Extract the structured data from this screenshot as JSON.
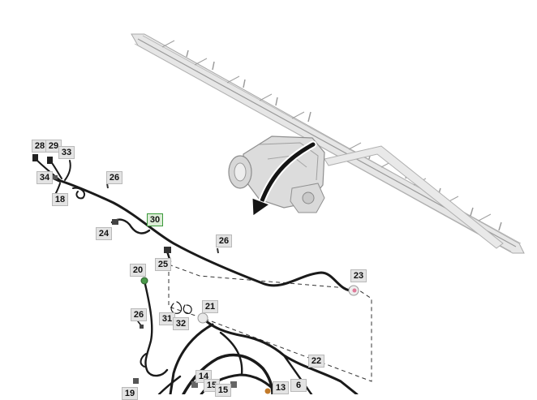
{
  "callouts": [
    {
      "id": "28",
      "highlight": false
    },
    {
      "id": "29",
      "highlight": false
    },
    {
      "id": "33",
      "highlight": false
    },
    {
      "id": "34",
      "highlight": false
    },
    {
      "id": "18",
      "highlight": false
    },
    {
      "id": "26",
      "highlight": false
    },
    {
      "id": "30",
      "highlight": true
    },
    {
      "id": "24",
      "highlight": false
    },
    {
      "id": "26",
      "highlight": false
    },
    {
      "id": "25",
      "highlight": false
    },
    {
      "id": "20",
      "highlight": false
    },
    {
      "id": "23",
      "highlight": false
    },
    {
      "id": "21",
      "highlight": false
    },
    {
      "id": "26",
      "highlight": false
    },
    {
      "id": "31",
      "highlight": false
    },
    {
      "id": "32",
      "highlight": false
    },
    {
      "id": "22",
      "highlight": false
    },
    {
      "id": "14",
      "highlight": false
    },
    {
      "id": "15",
      "highlight": false
    },
    {
      "id": "15",
      "highlight": false
    },
    {
      "id": "13",
      "highlight": false
    },
    {
      "id": "6",
      "highlight": false
    },
    {
      "id": "19",
      "highlight": false
    }
  ],
  "colors": {
    "harness": "#1a1a1a",
    "sprayer": "#cfcfcf",
    "callout_bg": "#e3e3e3",
    "highlight_border": "#3a9a3a",
    "connector_pink": "#e07a9a",
    "connector_green": "#4a9a4a"
  }
}
